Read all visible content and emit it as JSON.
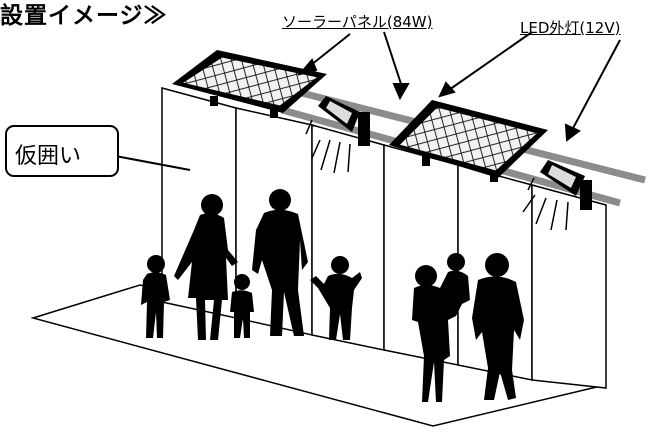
{
  "title": "設置イメージ≫",
  "labels": {
    "solar_panel": "ソーラーパネル(84W)",
    "led_light": "LED外灯(12V)",
    "temporary_fence": "仮囲い"
  },
  "colors": {
    "line": "#000000",
    "rail": "#8c8c8c",
    "panel_glass": "#f2f2f2",
    "background": "#ffffff"
  },
  "icons": [
    "solar-panel-icon",
    "led-light-icon",
    "people-silhouette-icon"
  ]
}
